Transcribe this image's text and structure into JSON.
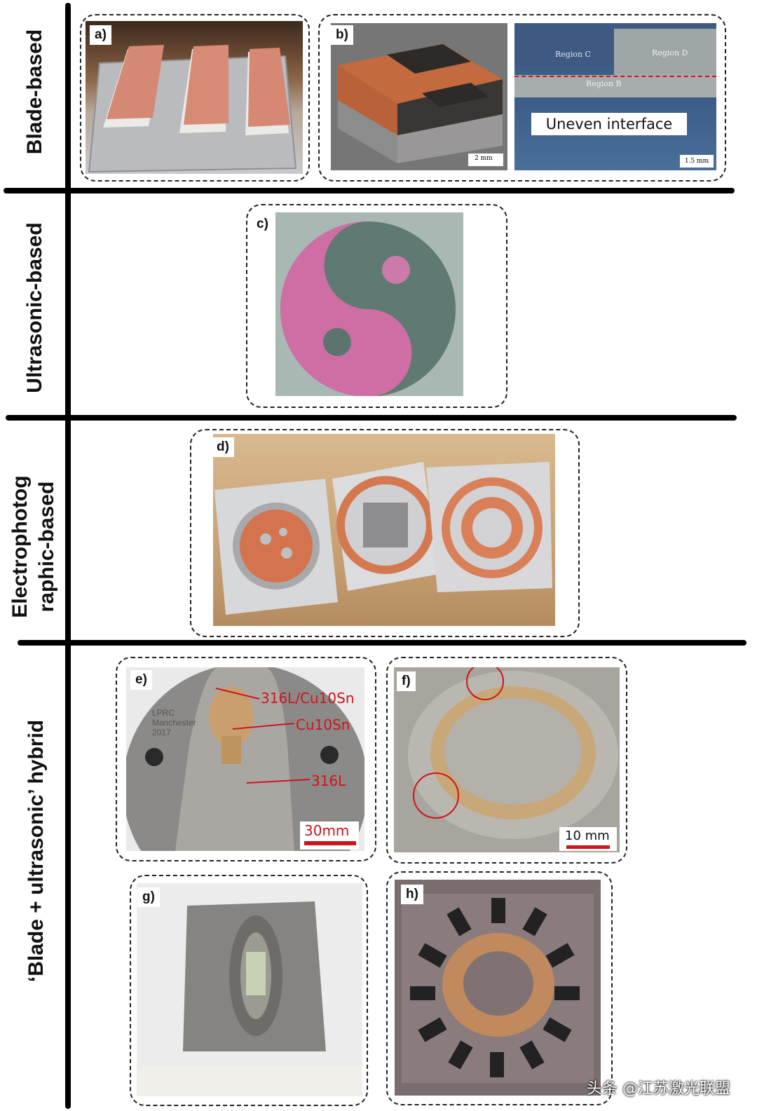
{
  "rows": {
    "blade": "Blade-based",
    "ultrasonic": "Ultrasonic-based",
    "electro_line1": "Electrophotog",
    "electro_line2": "raphic-based",
    "hybrid": "‘Blade + ultrasonic’  hybrid"
  },
  "panels": {
    "a": "a)",
    "b": "b)",
    "c": "c)",
    "d": "d)",
    "e": "e)",
    "f": "f)",
    "g": "g)",
    "h": "h)"
  },
  "panel_b": {
    "callout": "Uneven interface",
    "region_c": "Region C",
    "region_d": "Region D",
    "region_b": "Region B",
    "scale_left": "2 mm",
    "scale_right": "1.5 mm"
  },
  "panel_e": {
    "plate_line1": "LPRC",
    "plate_line2": "Manchester",
    "plate_line3": "2017",
    "label_1": "316L/Cu10Sn",
    "label_2": "Cu10Sn",
    "label_3": "316L",
    "scale": "30mm"
  },
  "panel_f": {
    "scale": "10 mm"
  },
  "watermark": "头条 @江苏激光联盟",
  "colors": {
    "annotation": "#d0141b",
    "copper": "#d9774f",
    "steel": "#a7a9ab"
  }
}
